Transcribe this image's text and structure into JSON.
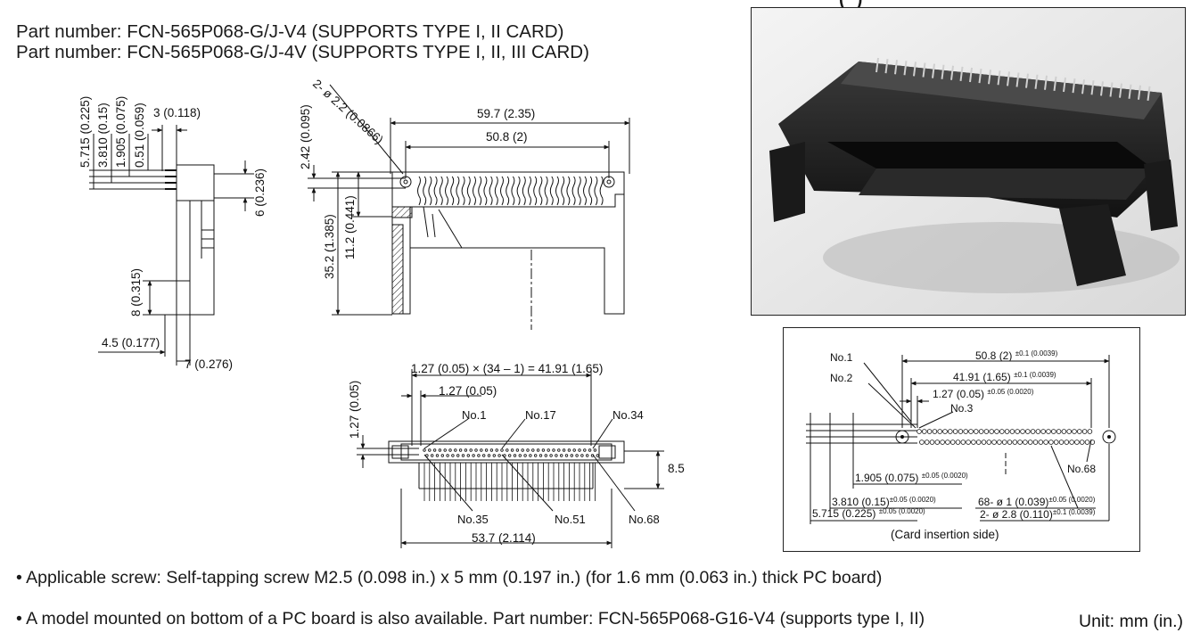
{
  "header": {
    "part_number_1": "Part number: FCN-565P068-G/J-V4 (SUPPORTS TYPE I, II CARD)",
    "part_number_2": "Part number: FCN-565P068-G/J-4V (SUPPORTS TYPE I, II, III CARD)",
    "top_cut_text": "(             )"
  },
  "side_view": {
    "dim_5715": "5.715 (0.225)",
    "dim_3810": "3.810 (0.15)",
    "dim_1905": "1.905 (0.075)",
    "dim_051": "0.51 (0.059)",
    "dim_3": "3 (0.118)",
    "dim_6": "6 (0.236)",
    "dim_8": "8 (0.315)",
    "dim_45": "4.5 (0.177)",
    "dim_7": "7 (0.276)"
  },
  "top_view": {
    "dim_hole": "2- ø 2.2 (0.0866)",
    "dim_242": "2.42 (0.095)",
    "dim_597": "59.7 (2.35)",
    "dim_508": "50.8 (2)",
    "dim_112": "11.2 (0.441)",
    "dim_352": "35.2 (1.385)"
  },
  "front_view": {
    "dim_pitch_total": "1.27 (0.05) × (34 – 1) = 41.91 (1.65)",
    "dim_pitch": "1.27 (0.05)",
    "dim_row": "1.27 (0.05)",
    "dim_85": "8.5",
    "dim_537": "53.7 (2.114)",
    "no1": "No.1",
    "no17": "No.17",
    "no34": "No.34",
    "no35": "No.35",
    "no51": "No.51",
    "no68": "No.68"
  },
  "detail": {
    "no1": "No.1",
    "no2": "No.2",
    "no3": "No.3",
    "no68": "No.68",
    "dim_508": "50.8 (2)",
    "tol_508": "±0.1 (0.0039)",
    "dim_4191": "41.91 (1.65)",
    "tol_4191": "±0.1 (0.0039)",
    "dim_127": "1.27 (0.05)",
    "tol_127": "±0.05 (0.0020)",
    "dim_1905": "1.905 (0.075)",
    "tol_1905": "±0.05 (0.0020)",
    "dim_3810": "3.810 (0.15)",
    "tol_3810": "±0.05 (0.0020)",
    "dim_5715": "5.715 (0.225)",
    "tol_5715": "±0.05 (0.0020)",
    "dim_68pin": "68- ø 1 (0.039)",
    "tol_68pin": "±0.05 (0.0020)",
    "dim_2hole": "2- ø 2.8 (0.110)",
    "tol_2hole": "±0.1 (0.0039)",
    "caption": "(Card insertion side)"
  },
  "notes": {
    "screw": "• Applicable screw:  Self-tapping screw M2.5 (0.098 in.) x 5 mm (0.197 in.) (for 1.6 mm (0.063 in.) thick PC board)",
    "bottom_mount": "• A model mounted on bottom of a PC board is also available.  Part number:  FCN-565P068-G16-V4 (supports type I, II)",
    "unit": "Unit:  mm (in.)"
  },
  "colors": {
    "ink": "#111111",
    "photo_bg": "#ececec",
    "connector_body": "#1e1e1e"
  }
}
